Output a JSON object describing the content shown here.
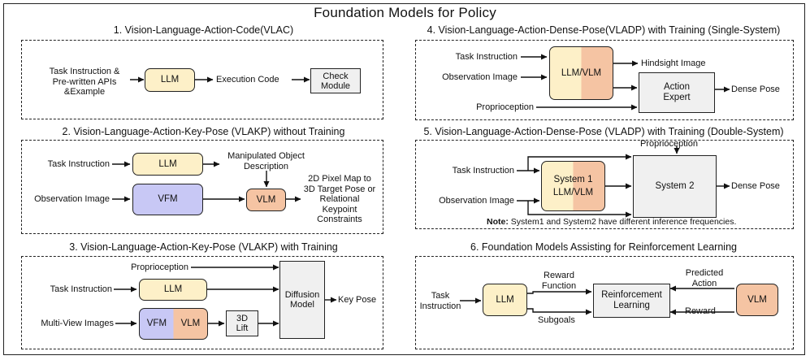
{
  "title": "Foundation Models for Policy",
  "panels": {
    "p1": {
      "title": "1. Vision-Language-Action-Code(VLAC)",
      "input_l1": "Task Instruction &",
      "input_l2": "Pre-written APIs",
      "input_l3": "&Example",
      "llm": "LLM",
      "output": "Execution Code",
      "check_l1": "Check",
      "check_l2": "Module"
    },
    "p2": {
      "title": "2. Vision-Language-Action-Key-Pose (VLAKP) without Training",
      "task": "Task Instruction",
      "obs": "Observation Image",
      "llm": "LLM",
      "vfm": "VFM",
      "vlm": "VLM",
      "desc_l1": "Manipulated Object",
      "desc_l2": "Description",
      "out_l1": "2D Pixel Map to",
      "out_l2": "3D Target Pose or",
      "out_l3": "Relational",
      "out_l4": "Keypoint",
      "out_l5": "Constraints"
    },
    "p3": {
      "title": "3. Vision-Language-Action-Key-Pose (VLAKP) with Training",
      "proprio": "Proprioception",
      "task": "Task Instruction",
      "views": "Multi-View Images",
      "llm": "LLM",
      "vfm": "VFM",
      "vlm": "VLM",
      "lift_l1": "3D",
      "lift_l2": "Lift",
      "diff_l1": "Diffusion",
      "diff_l2": "Model",
      "out": "Key Pose"
    },
    "p4": {
      "title": "4. Vision-Language-Action-Dense-Pose(VLADP) with Training (Single-System)",
      "task": "Task Instruction",
      "obs": "Observation Image",
      "proprio": "Proprioception",
      "model": "LLM/VLM",
      "hindsight": "Hindsight Image",
      "expert_l1": "Action",
      "expert_l2": "Expert",
      "out": "Dense Pose"
    },
    "p5": {
      "title": "5. Vision-Language-Action-Dense-Pose (VLADP) with Training (Double-System)",
      "proprio": "Proprioception",
      "task": "Task Instruction",
      "obs": "Observation Image",
      "sys1_l1": "System 1",
      "sys1_l2": "LLM/VLM",
      "sys2": "System 2",
      "out": "Dense Pose",
      "note_label": "Note:",
      "note_text": " System1 and System2 have different inference frequencies."
    },
    "p6": {
      "title": "6. Foundation Models Assisting for Reinforcement Learning",
      "task_l1": "Task",
      "task_l2": "Instruction",
      "llm": "LLM",
      "reward_fn_l1": "Reward",
      "reward_fn_l2": "Function",
      "subgoals": "Subgoals",
      "rl_l1": "Reinforcement",
      "rl_l2": "Learning",
      "pred_l1": "Predicted",
      "pred_l2": "Action",
      "reward": "Reward",
      "vlm": "VLM"
    }
  }
}
